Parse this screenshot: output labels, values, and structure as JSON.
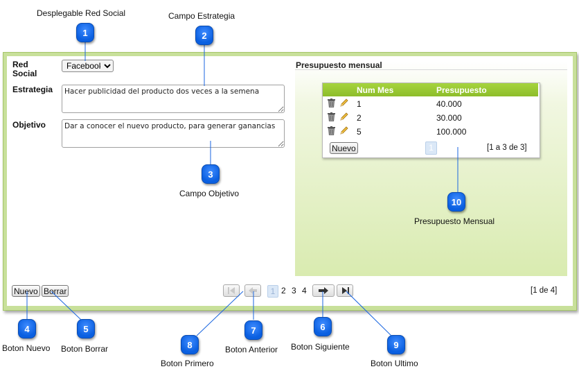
{
  "form": {
    "red_social_label": "Red Social",
    "red_social_value": "Facebook",
    "estrategia_label": "Estrategia",
    "estrategia_value": "Hacer publicidad del producto dos veces a la semena",
    "objetivo_label": "Objetivo",
    "objetivo_value": "Dar a conocer el nuevo producto, para generar ganancias"
  },
  "presupuesto": {
    "title": "Presupuesto mensual",
    "col_mes": "Num Mes",
    "col_presupuesto": "Presupuesto",
    "rows": [
      {
        "mes": "1",
        "valor": "40.000"
      },
      {
        "mes": "2",
        "valor": "30.000"
      },
      {
        "mes": "5",
        "valor": "100.000"
      }
    ],
    "nuevo_label": "Nuevo",
    "page": "1",
    "range": "[1 a 3 de 3]"
  },
  "footer": {
    "nuevo_label": "Nuevo",
    "borrar_label": "Borrar",
    "pages": [
      "1",
      "2",
      "3",
      "4"
    ],
    "record_counter": "[1 de 4]"
  },
  "callouts": [
    {
      "n": "1",
      "label": "Desplegable Red Social"
    },
    {
      "n": "2",
      "label": "Campo Estrategia"
    },
    {
      "n": "3",
      "label": "Campo Objetivo"
    },
    {
      "n": "4",
      "label": "Boton Nuevo"
    },
    {
      "n": "5",
      "label": "Boton Borrar"
    },
    {
      "n": "6",
      "label": "Boton Siguiente"
    },
    {
      "n": "7",
      "label": "Boton Anterior"
    },
    {
      "n": "8",
      "label": "Boton Primero"
    },
    {
      "n": "9",
      "label": "Boton Ultimo"
    },
    {
      "n": "10",
      "label": "Presupuesto Mensual"
    }
  ],
  "colors": {
    "panel_border": "#a6c66a",
    "grid_header": "#8dbd2a",
    "callout_blue": "#0a5fe0"
  }
}
